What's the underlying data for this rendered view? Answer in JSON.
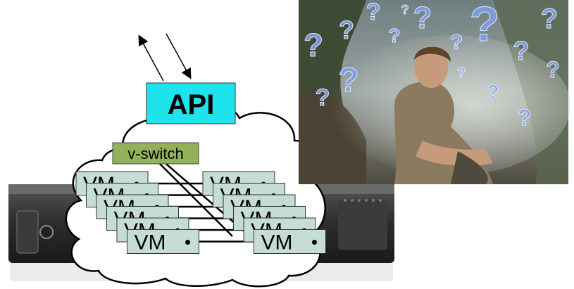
{
  "api": {
    "label": "API",
    "color": "#1fe3ec"
  },
  "vswitch": {
    "label": "v-switch",
    "color": "#92b15a"
  },
  "vm": {
    "label": "VM",
    "fill": "#c5ddd6"
  },
  "photo": {
    "description_icon": "question-mark-icon"
  }
}
